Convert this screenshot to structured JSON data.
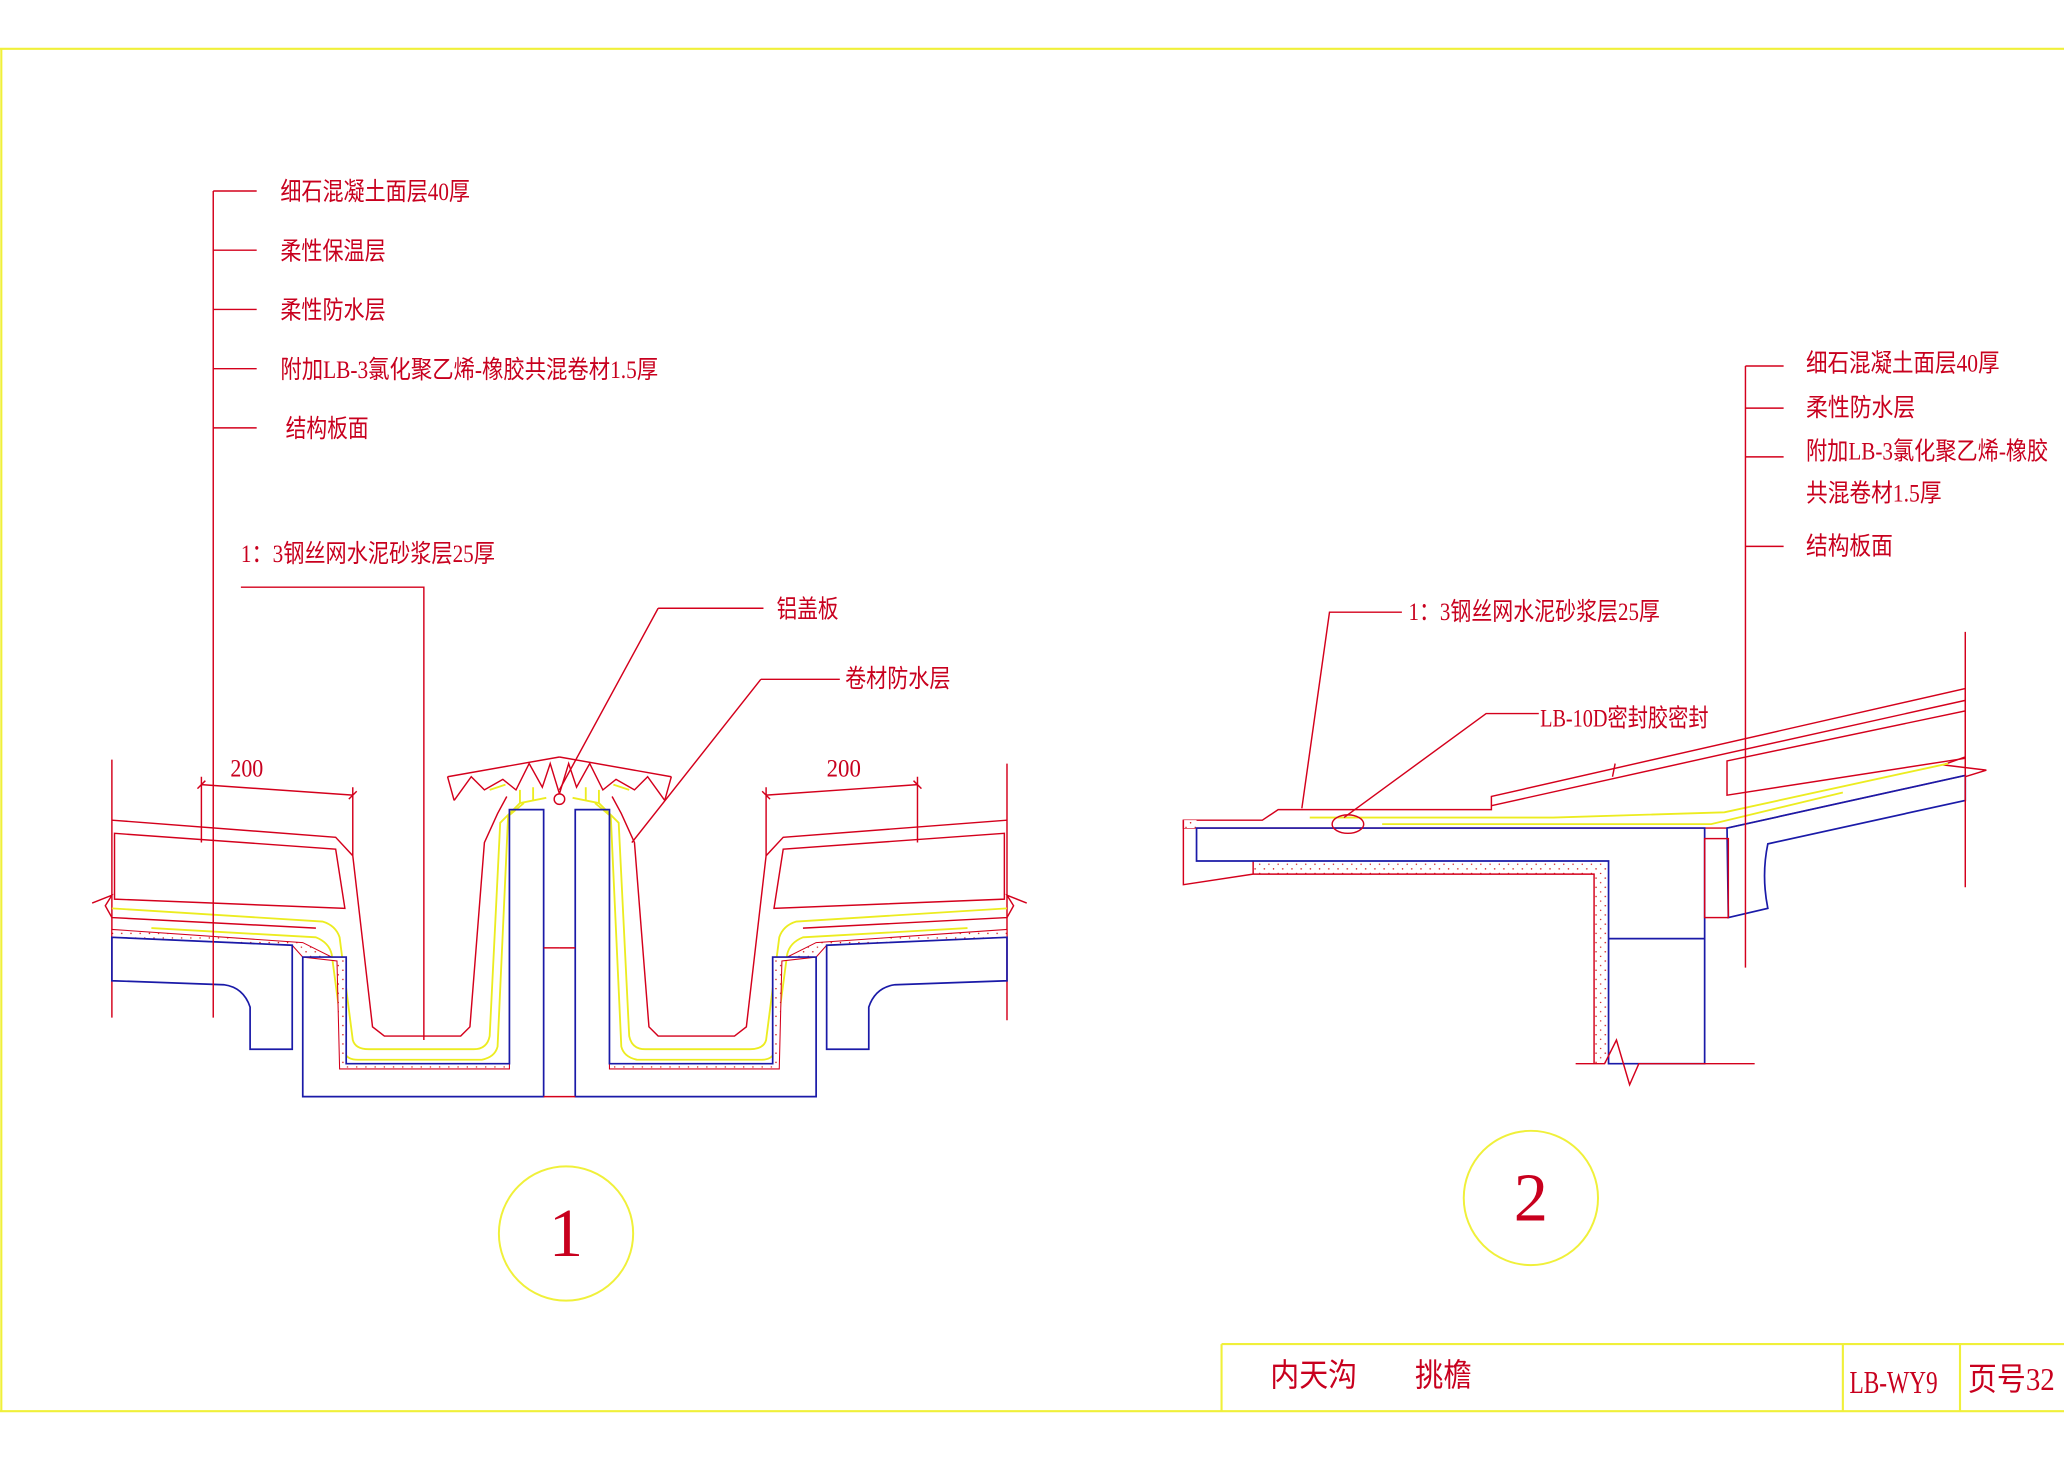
{
  "colors": {
    "text": "#c8001e",
    "line_red": "#d4001c",
    "structure_blue": "#1a1aa8",
    "membrane_yellow": "#ecec20",
    "frame_yellow": "#f0f03a"
  },
  "detail1": {
    "number": "1",
    "layers": [
      "细石混凝土面层40厚",
      "柔性保温层",
      "柔性防水层",
      "附加LB-3氯化聚乙烯-橡胶共混卷材1.5厚",
      "结构板面"
    ],
    "mortar_label": "1：3钢丝网水泥砂浆层25厚",
    "cover_label": "铝盖板",
    "membrane_label": "卷材防水层",
    "dim_left": "200",
    "dim_right": "200"
  },
  "detail2": {
    "number": "2",
    "layers": [
      "细石混凝土面层40厚",
      "柔性防水层",
      "附加LB-3氯化聚乙烯-橡胶",
      "共混卷材1.5厚",
      "结构板面"
    ],
    "mortar_label": "1：3钢丝网水泥砂浆层25厚",
    "sealant_label": "LB-10D密封胶密封"
  },
  "title_block": {
    "title1": "内天沟",
    "title2": "挑檐",
    "code": "LB-WY9",
    "page": "页号32"
  }
}
